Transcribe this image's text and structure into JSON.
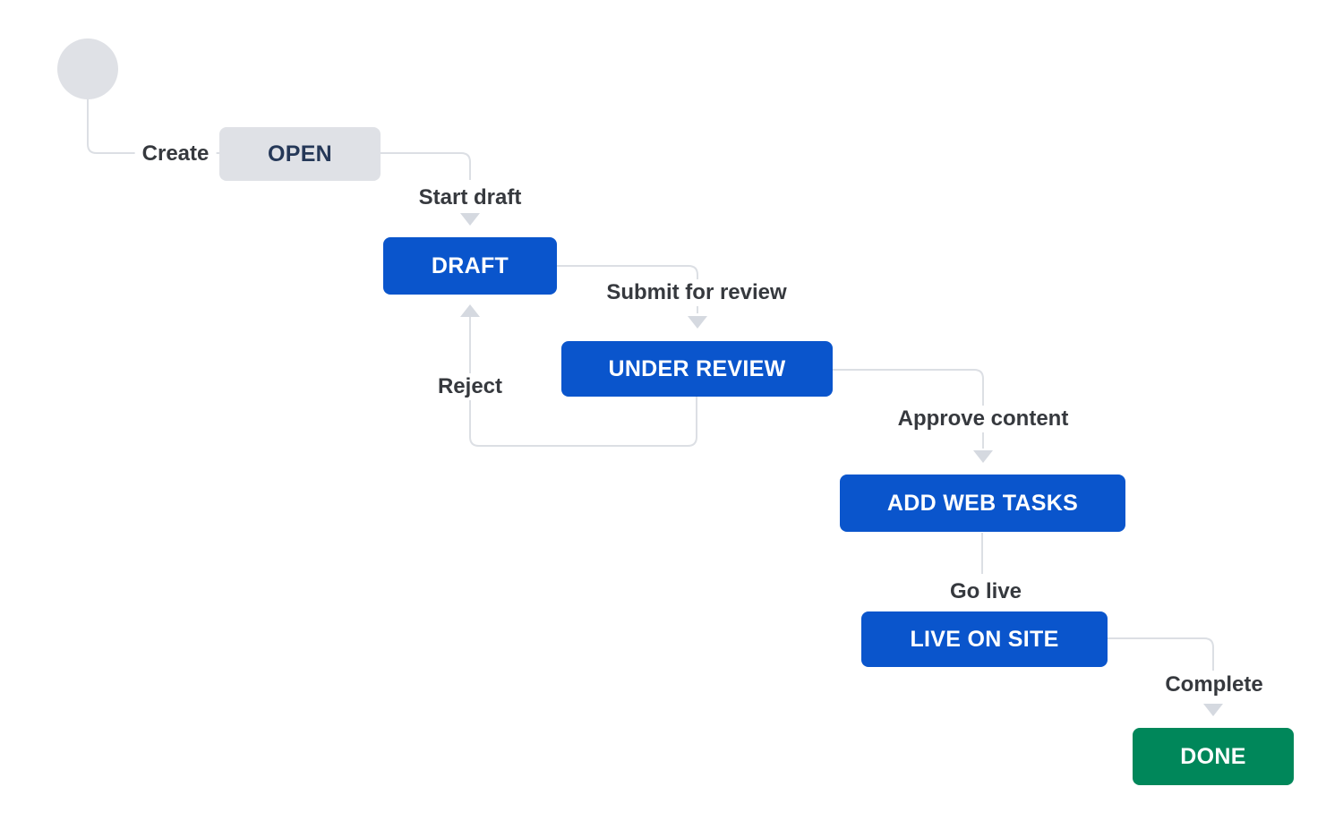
{
  "diagram": {
    "nodes": {
      "open": {
        "label": "OPEN",
        "status_category": "todo"
      },
      "draft": {
        "label": "DRAFT",
        "status_category": "in-progress"
      },
      "under_review": {
        "label": "UNDER REVIEW",
        "status_category": "in-progress"
      },
      "add_web_tasks": {
        "label": "ADD WEB TASKS",
        "status_category": "in-progress"
      },
      "live_on_site": {
        "label": "LIVE ON SITE",
        "status_category": "in-progress"
      },
      "done": {
        "label": "DONE",
        "status_category": "done"
      }
    },
    "transitions": {
      "create": {
        "label": "Create"
      },
      "start_draft": {
        "label": "Start draft"
      },
      "submit_for_review": {
        "label": "Submit for review"
      },
      "reject": {
        "label": "Reject"
      },
      "approve_content": {
        "label": "Approve content"
      },
      "go_live": {
        "label": "Go live"
      },
      "complete": {
        "label": "Complete"
      }
    },
    "colors": {
      "blue": "#0A55CC",
      "green": "#00875A",
      "gray": "#DFE1E6",
      "gray_text": "#253858",
      "line": "#DCDFE4",
      "arrow": "#D5D9E0",
      "label": "#36393E",
      "node_text": "#FFFFFF",
      "bg": "#FFFFFF"
    }
  }
}
